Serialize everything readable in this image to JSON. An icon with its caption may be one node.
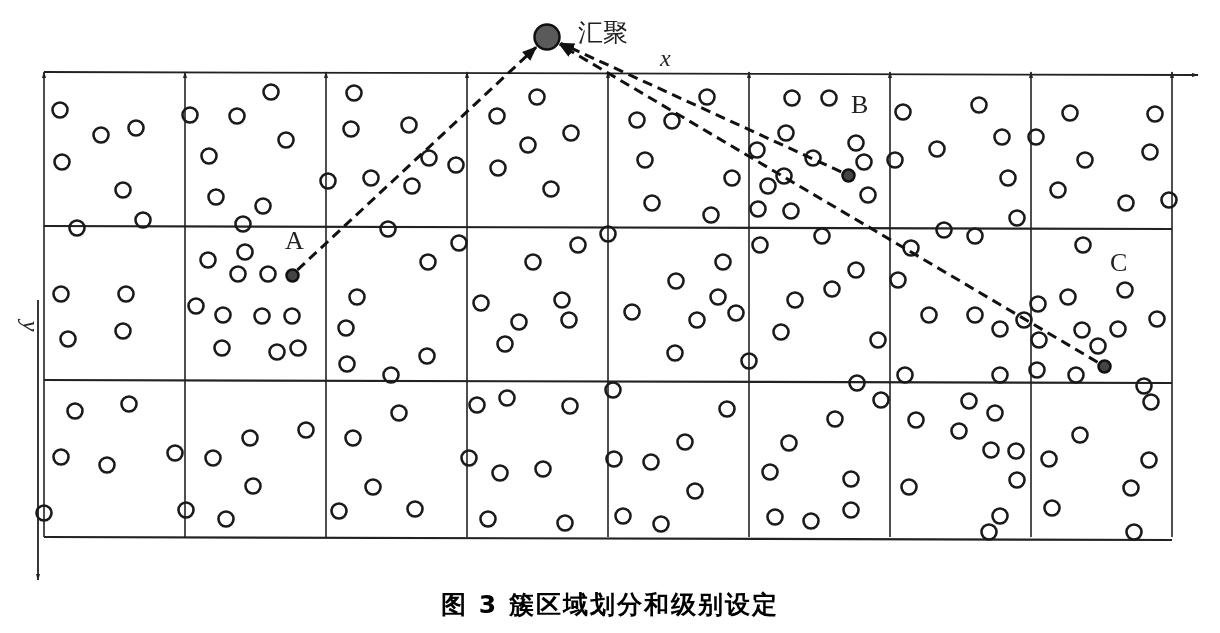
{
  "diagram": {
    "caption": "图 3 簇区域划分和级别设定",
    "nodes": [
      {
        "text": [],
        "shape": "circle",
        "beside": [
          "汇聚"
        ]
      },
      {
        "text": [],
        "shape": "circle",
        "beside": [
          "A"
        ]
      },
      {
        "text": [],
        "shape": "circle",
        "beside": [
          "B"
        ]
      },
      {
        "text": [],
        "shape": "circle",
        "beside": [
          "C"
        ]
      }
    ],
    "edges": [
      {
        "from": 1,
        "to": 0,
        "arrow": "to",
        "style": "dashed"
      },
      {
        "from": 2,
        "to": 0,
        "arrow": "to",
        "style": "dashed"
      },
      {
        "from": 3,
        "to": 0,
        "arrow": "to",
        "style": "dashed"
      }
    ],
    "labels": [
      "x",
      "y"
    ]
  }
}
